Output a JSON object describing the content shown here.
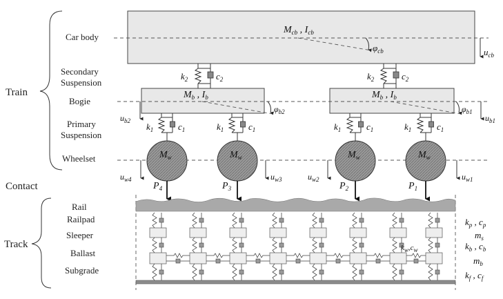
{
  "groups": {
    "train": "Train",
    "contact": "Contact",
    "track": "Track"
  },
  "train_layers": {
    "car_body": "Car body",
    "secondary_suspension_1": "Secondary",
    "secondary_suspension_2": "Suspension",
    "bogie": "Bogie",
    "primary_suspension_1": "Primary",
    "primary_suspension_2": "Suspension",
    "wheelset": "Wheelset"
  },
  "track_layers": {
    "rail": "Rail",
    "railpad": "Railpad",
    "sleeper": "Sleeper",
    "ballast": "Ballast",
    "subgrade": "Subgrade"
  },
  "symbols": {
    "car_body_mass": "M",
    "car_body_mass_sub": "cb",
    "car_body_inertia": "I",
    "car_body_inertia_sub": "cb",
    "car_body_pitch": "φ",
    "car_body_pitch_sub": "cb",
    "car_body_disp": "u",
    "car_body_disp_sub": "cb",
    "secondary_stiffness": "k",
    "secondary_stiffness_sub": "2",
    "secondary_damping": "c",
    "secondary_damping_sub": "2",
    "bogie_mass": "M",
    "bogie_mass_sub": "b",
    "bogie_inertia": "I",
    "bogie_inertia_sub": "b",
    "bogie_pitch_2": "φ",
    "bogie_pitch_2_sub": "b2",
    "bogie_pitch_1": "φ",
    "bogie_pitch_1_sub": "b1",
    "bogie_disp_2": "u",
    "bogie_disp_2_sub": "b2",
    "bogie_disp_1": "u",
    "bogie_disp_1_sub": "b1",
    "primary_stiffness": "k",
    "primary_stiffness_sub": "1",
    "primary_damping": "c",
    "primary_damping_sub": "1",
    "wheel_mass": "M",
    "wheel_mass_sub": "w"
  },
  "wheels": [
    {
      "force": "P",
      "force_sub": "4",
      "disp": "u",
      "disp_sub": "w4"
    },
    {
      "force": "P",
      "force_sub": "3",
      "disp": "u",
      "disp_sub": "w3"
    },
    {
      "force": "P",
      "force_sub": "2",
      "disp": "u",
      "disp_sub": "w2"
    },
    {
      "force": "P",
      "force_sub": "1",
      "disp": "u",
      "disp_sub": "w1"
    }
  ],
  "track_params": {
    "railpad_k": "k",
    "railpad_k_sub": "p",
    "railpad_c": "c",
    "railpad_c_sub": "p",
    "sleeper_m": "m",
    "sleeper_m_sub": "s",
    "shear_k": "k",
    "shear_k_sub": "w",
    "shear_c": "c",
    "shear_c_sub": "w",
    "ballast_k": "k",
    "ballast_k_sub": "b",
    "ballast_c": "c",
    "ballast_c_sub": "b",
    "ballast_m": "m",
    "ballast_m_sub": "b",
    "subgrade_k": "k",
    "subgrade_k_sub": "f",
    "subgrade_c": "c",
    "subgrade_c_sub": "f"
  }
}
